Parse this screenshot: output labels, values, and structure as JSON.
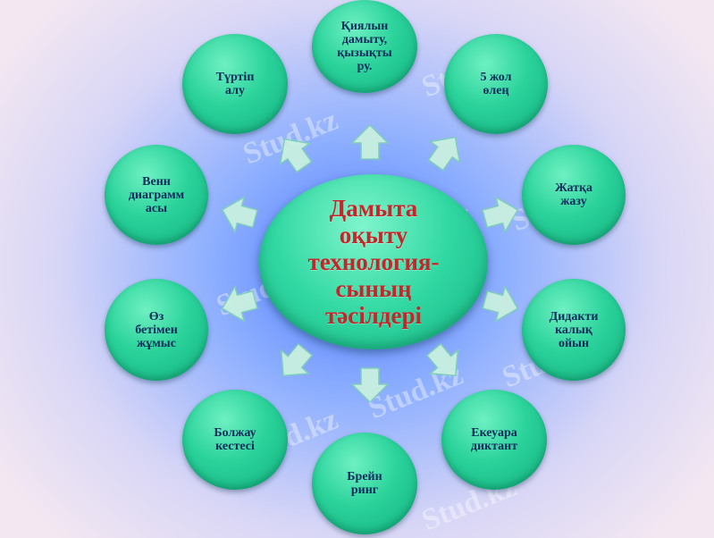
{
  "center": {
    "text": "Дамыта\nоқыту\nтехнология-\nсының\nтәсілдері",
    "color": "#c8252b"
  },
  "nodes": [
    {
      "text": "Қиялын\nдамыту,\nқызықты\nру."
    },
    {
      "text": "5 жол\nөлең"
    },
    {
      "text": "Жатқа\nжазу"
    },
    {
      "text": "Дидакти\nкалық\nойын"
    },
    {
      "text": "Екеуара\nдиктант"
    },
    {
      "text": "Брейн\nринг"
    },
    {
      "text": "Болжау\nкестесі"
    },
    {
      "text": "Өз\nбетімен\nжұмыс"
    },
    {
      "text": "Венн\nдиаграмм\nасы"
    },
    {
      "text": "Түртіп\nалу"
    }
  ],
  "watermark": "Stud.kz",
  "colors": {
    "node": "#2bd39b",
    "arrow": "#c9f0e0",
    "node_text": "#0e2a5a"
  }
}
